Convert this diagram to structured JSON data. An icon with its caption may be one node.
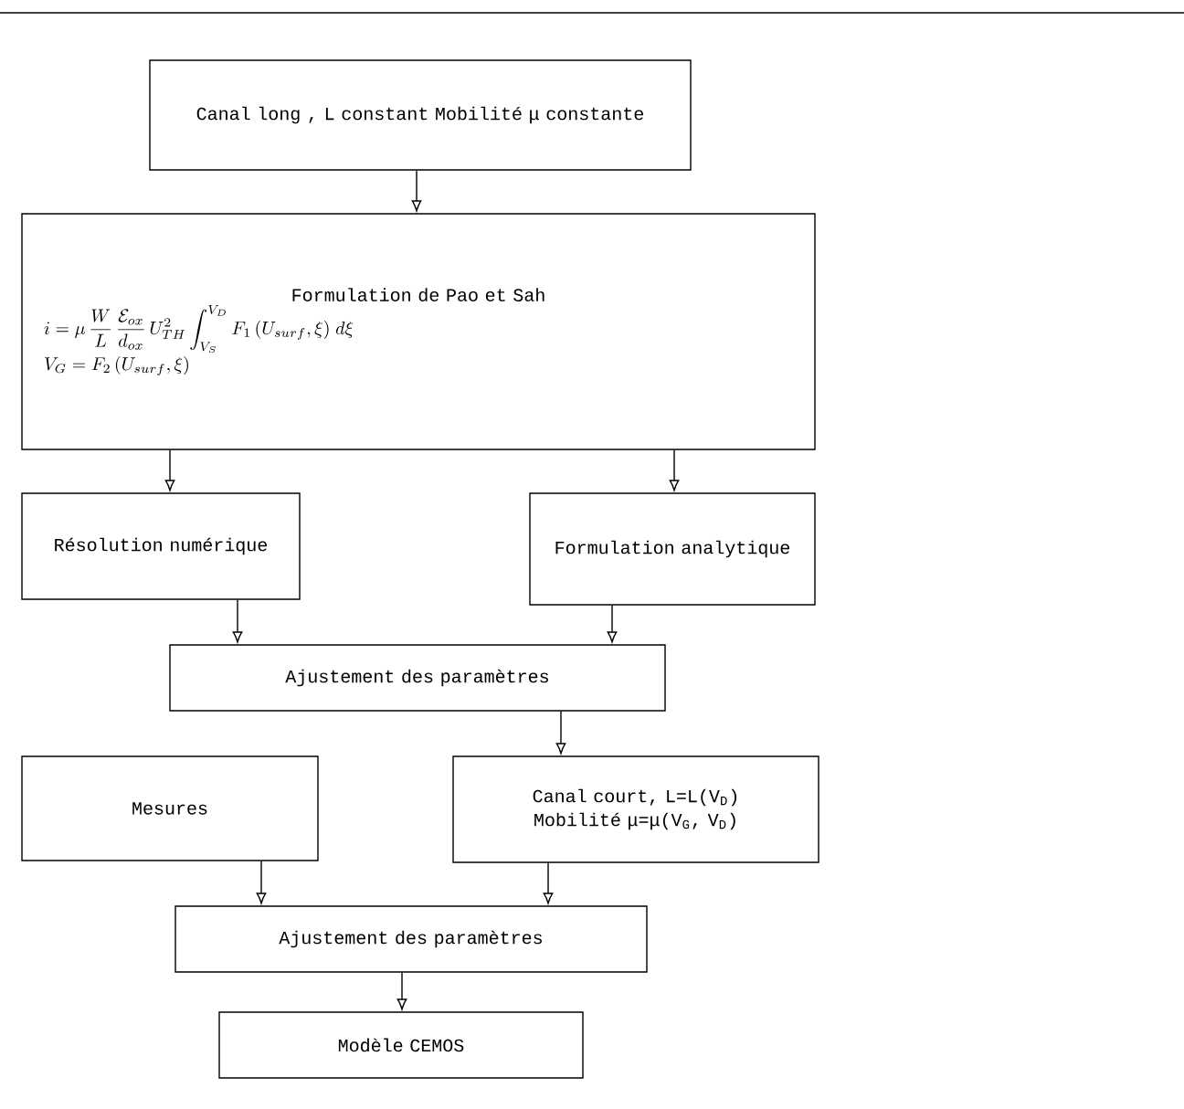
{
  "diagram": {
    "nodes": [
      {
        "text": [
          "Canal long , L constant Mobilité μ constante"
        ]
      },
      {
        "text": [
          "Formulation de Pao et Sah",
          "i = \\mu\\,\\frac{W}{L}\\,\\frac{\\mathcal{E}_{ox}}{d_{ox}}\\,U_{TH}^{2}\\int_{V_S}^{V_D} F_1\\,(U_{surf},\\xi)\\;d\\xi",
          "V_G = F_2\\,(U_{surf},\\xi)"
        ]
      },
      {
        "text": [
          "Résolution numérique"
        ]
      },
      {
        "text": [
          "Formulation analytique"
        ]
      },
      {
        "text": [
          "Ajustement des paramètres"
        ]
      },
      {
        "text": [
          "Mesures"
        ]
      },
      {
        "text": [
          "Canal court, L=L(V$_{D}$) Mobilité μ=μ(V$_{G}$, V$_{D}$)"
        ]
      },
      {
        "text": [
          "Ajustement des paramètres"
        ]
      },
      {
        "text": [
          "Modèle CEMOS"
        ]
      }
    ],
    "edges": [
      {
        "from": 0,
        "to": 1,
        "arrow": "to"
      },
      {
        "from": 1,
        "to": 2,
        "arrow": "to"
      },
      {
        "from": 1,
        "to": 3,
        "arrow": "to"
      },
      {
        "from": 2,
        "to": 4,
        "arrow": "to"
      },
      {
        "from": 3,
        "to": 4,
        "arrow": "to"
      },
      {
        "from": 4,
        "to": 6,
        "arrow": "to"
      },
      {
        "from": 5,
        "to": 7,
        "arrow": "to"
      },
      {
        "from": 6,
        "to": 7,
        "arrow": "to"
      },
      {
        "from": 7,
        "to": 8,
        "arrow": "to"
      }
    ]
  }
}
